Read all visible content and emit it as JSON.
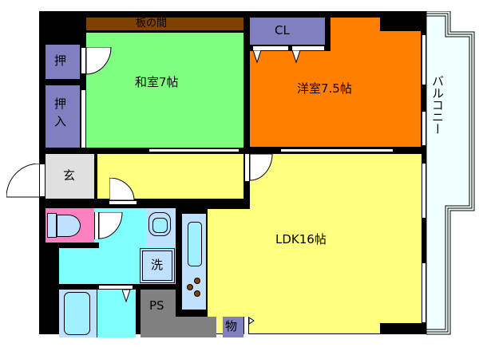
{
  "floor_plan": {
    "layout": "1LDK",
    "colors": {
      "wall": "#000000",
      "washitsu": "#80ff80",
      "youshitsu": "#ff8000",
      "ldk": "#ffff80",
      "storage": "#8080c0",
      "entrance": "#e0e0e0",
      "toilet": "#ff80c0",
      "wet_area": "#80ffff",
      "fixture": "#c0e0ff",
      "ps": "#808080",
      "itanoma": "#804000",
      "balcony": "#f0ffff",
      "stove_burner": "#804000"
    },
    "rooms": {
      "itanoma": {
        "label": "板の間"
      },
      "washitsu": {
        "label": "和室7帖"
      },
      "youshitsu": {
        "label": "洋室7.5帖"
      },
      "closet": {
        "label": "CL"
      },
      "oshi1": {
        "label": "押"
      },
      "oshiire": {
        "label_line1": "押",
        "label_line2": "入"
      },
      "genkan": {
        "label": "玄"
      },
      "ldk": {
        "label": "LDK16帖"
      },
      "senmen": {
        "label": "洗"
      },
      "ps": {
        "label": "PS"
      },
      "mono": {
        "label": "物"
      },
      "balcony": {
        "label": "バルコニー"
      }
    }
  }
}
